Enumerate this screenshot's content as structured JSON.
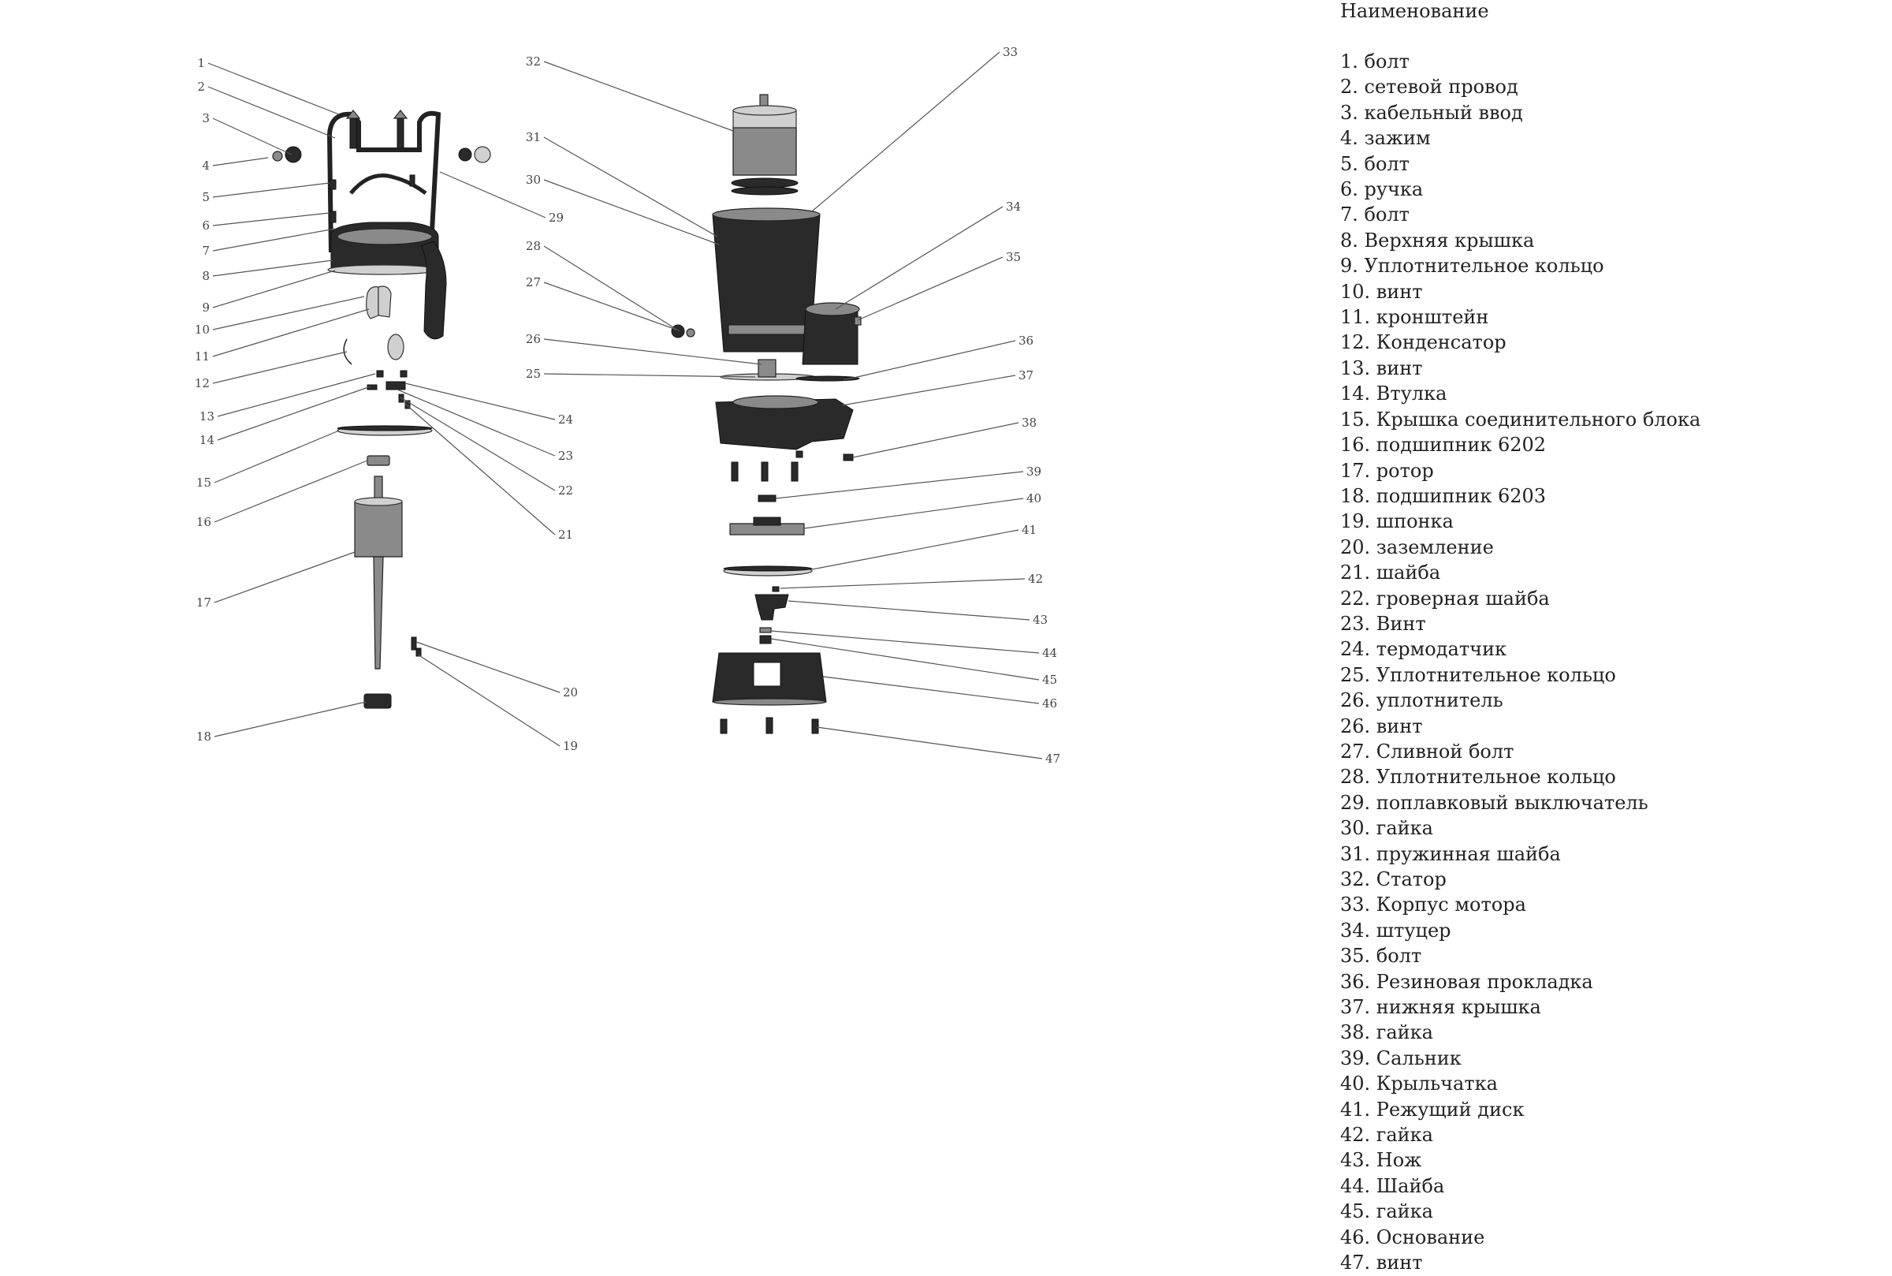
{
  "legend": {
    "title": "Наименование",
    "items": [
      "1. болт",
      "2. сетевой провод",
      "3. кабельный ввод",
      "4. зажим",
      "5. болт",
      "6. ручка",
      "7. болт",
      "8. Верхняя крышка",
      "9. Уплотнительное кольцо",
      "10. винт",
      "11. кронштейн",
      "12. Конденсатор",
      "13. винт",
      "14. Втулка",
      "15. Крышка соединительного блока",
      "16. подшипник 6202",
      "17. ротор",
      "18. подшипник 6203",
      "19. шпонка",
      "20. заземление",
      "21. шайба",
      "22. гроверная шайба",
      "23. Винт",
      "24. термодатчик",
      "25. Уплотнительное кольцо",
      "26. уплотнитель",
      "26. винт",
      "27. Сливной болт",
      "28. Уплотнительное кольцо",
      "29. поплавковый выключатель",
      "30. гайка",
      "31. пружинная шайба",
      "32. Статор",
      "33. Корпус мотора",
      "34. штуцер",
      "35. болт",
      "36. Резиновая прокладка",
      "37. нижняя крышка",
      "38. гайка",
      "39. Сальник",
      "40. Крыльчатка",
      "41. Режущий диск",
      "42. гайка",
      "43. Нож",
      "44. Шайба",
      "45. гайка",
      "46. Основание",
      "47. винт"
    ]
  },
  "diagram": {
    "callouts": [
      "1",
      "2",
      "3",
      "4",
      "5",
      "6",
      "7",
      "8",
      "9",
      "10",
      "11",
      "12",
      "13",
      "14",
      "15",
      "16",
      "17",
      "18",
      "19",
      "20",
      "21",
      "22",
      "23",
      "24",
      "25",
      "26",
      "27",
      "28",
      "29",
      "30",
      "31",
      "32",
      "33",
      "34",
      "35",
      "36",
      "37",
      "38",
      "39",
      "40",
      "41",
      "42",
      "43",
      "44",
      "45",
      "46",
      "47"
    ]
  }
}
